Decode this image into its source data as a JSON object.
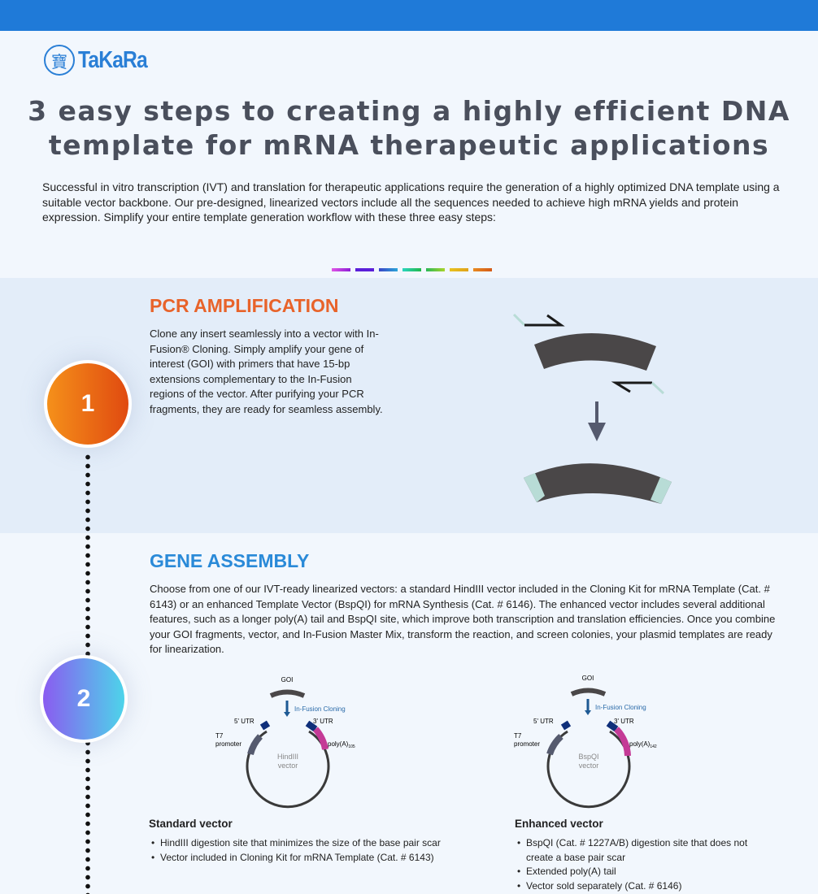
{
  "logo": {
    "text": "TaKaRa",
    "seal": "寶"
  },
  "title_line1": "3 easy steps to creating a highly efficient DNA",
  "title_line2": "template for mRNA therapeutic applications",
  "intro": "Successful in vitro transcription (IVT) and translation for therapeutic applications require the generation of a highly optimized DNA template using a suitable vector backbone. Our pre-designed, linearized vectors include all the sequences needed to achieve high mRNA yields and protein expression. Simplify your entire template generation workflow with these three easy steps:",
  "colors": {
    "brand": "#1f7ad8",
    "step1": "#e8632a",
    "step2": "#2a8ad8"
  },
  "step1": {
    "number": "1",
    "heading": "PCR AMPLIFICATION",
    "text": "Clone any insert seamlessly into a vector with In-Fusion® Cloning. Simply amplify your gene of interest (GOI) with primers that have 15-bp extensions complementary to the In-Fusion regions of the vector. After purifying your PCR fragments, they are ready for seamless assembly."
  },
  "step2": {
    "number": "2",
    "heading": "GENE ASSEMBLY",
    "text": "Choose from one of our IVT-ready linearized vectors: a standard HindIII vector included in the Cloning Kit for mRNA Template (Cat. # 6143) or an enhanced Template Vector (BspQI) for mRNA Synthesis (Cat. # 6146). The enhanced vector includes several additional features, such as a longer poly(A) tail and BspQI site, which improve both transcription and translation efficiencies. Once you combine your GOI fragments, vector, and In-Fusion Master Mix, transform the reaction, and screen colonies, your plasmid templates are ready for linearization.",
    "diagrams": [
      {
        "goi": "GOI",
        "cloning": "In-Fusion Cloning",
        "utr5": "5' UTR",
        "utr3": "3' UTR",
        "t7": "T7",
        "promoter": "promoter",
        "polya": "poly(A)",
        "polya_sub": "105",
        "vector1": "HindIII",
        "vector2": "vector"
      },
      {
        "goi": "GOI",
        "cloning": "In-Fusion Cloning",
        "utr5": "5' UTR",
        "utr3": "3' UTR",
        "t7": "T7",
        "promoter": "promoter",
        "polya": "poly(A)",
        "polya_sub": "142",
        "vector1": "BspQI",
        "vector2": "vector"
      }
    ],
    "standard": {
      "title": "Standard vector",
      "bullets": [
        "HindIII digestion site that minimizes the size of the base pair scar",
        "Vector included in Cloning Kit for mRNA Template (Cat. # 6143)"
      ]
    },
    "enhanced": {
      "title": "Enhanced vector",
      "bullets": [
        "BspQI (Cat. # 1227A/B) digestion site that does not create a base pair scar",
        "Extended poly(A) tail",
        "Vector sold separately (Cat. # 6146)"
      ]
    }
  }
}
